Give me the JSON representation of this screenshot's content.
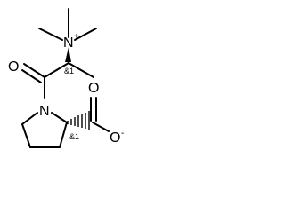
{
  "molecule": {
    "atoms": {
      "nitrogen_quaternary": "N",
      "nitrogen_quaternary_charge": "+",
      "carbonyl_oxygen": "O",
      "ring_nitrogen": "N",
      "carboxylate_oxygen_double": "O",
      "carboxylate_oxygen_single": "O",
      "carboxylate_charge": "-"
    },
    "stereo_labels": {
      "alpha_carbon": "&1",
      "proline_carbon": "&1"
    }
  }
}
